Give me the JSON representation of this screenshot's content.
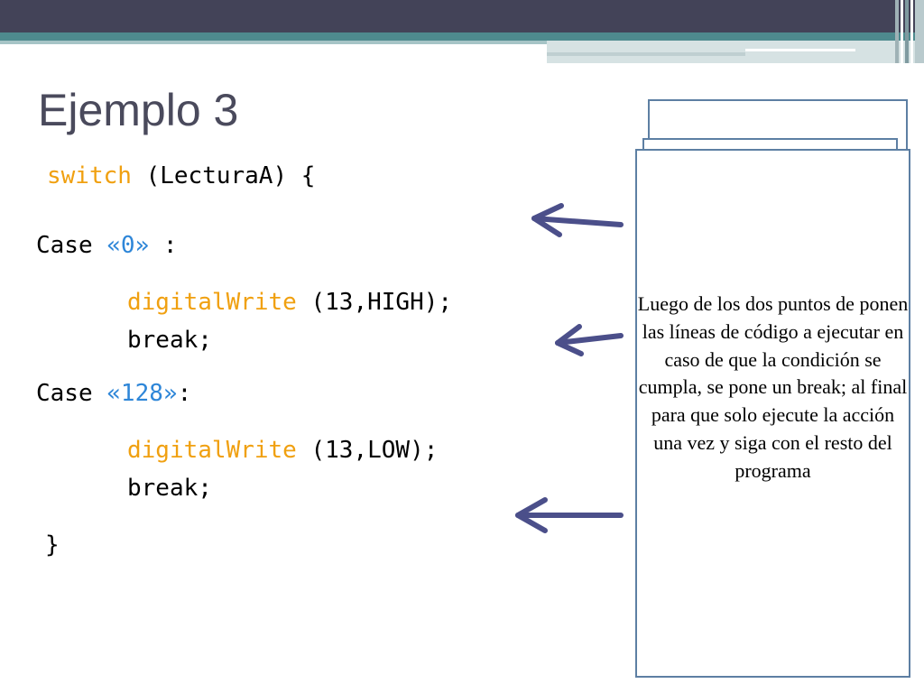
{
  "slide": {
    "title": "Ejemplo 3",
    "code": {
      "line1": {
        "keyword": "switch",
        "rest": " (LecturaA) {"
      },
      "line2": {
        "prefix": "Case ",
        "value": "«0»",
        "suffix": " :"
      },
      "line3": {
        "func": "digitalWrite",
        "args": " (13,HIGH);"
      },
      "line4": {
        "text": "break;"
      },
      "line5": {
        "prefix": "Case ",
        "value": "«128»",
        "suffix": ":"
      },
      "line6": {
        "func": "digitalWrite",
        "args": " (13,LOW);"
      },
      "line7": {
        "text": "break;"
      },
      "line8": {
        "text": "}"
      }
    },
    "note": {
      "text": "Luego de los dos puntos de ponen las líneas de código a ejecutar en caso de que la condición se cumpla, se pone un break; al final para que solo ejecute la acción una vez y siga con el resto del programa"
    },
    "colors": {
      "header_dark": "#434358",
      "header_teal": "#4e8a8e",
      "title": "#4a4a5c",
      "keyword": "#f0a010",
      "literal": "#2e86d8",
      "arrow": "#4b4f8a",
      "note_border": "#5d7fa3"
    }
  }
}
